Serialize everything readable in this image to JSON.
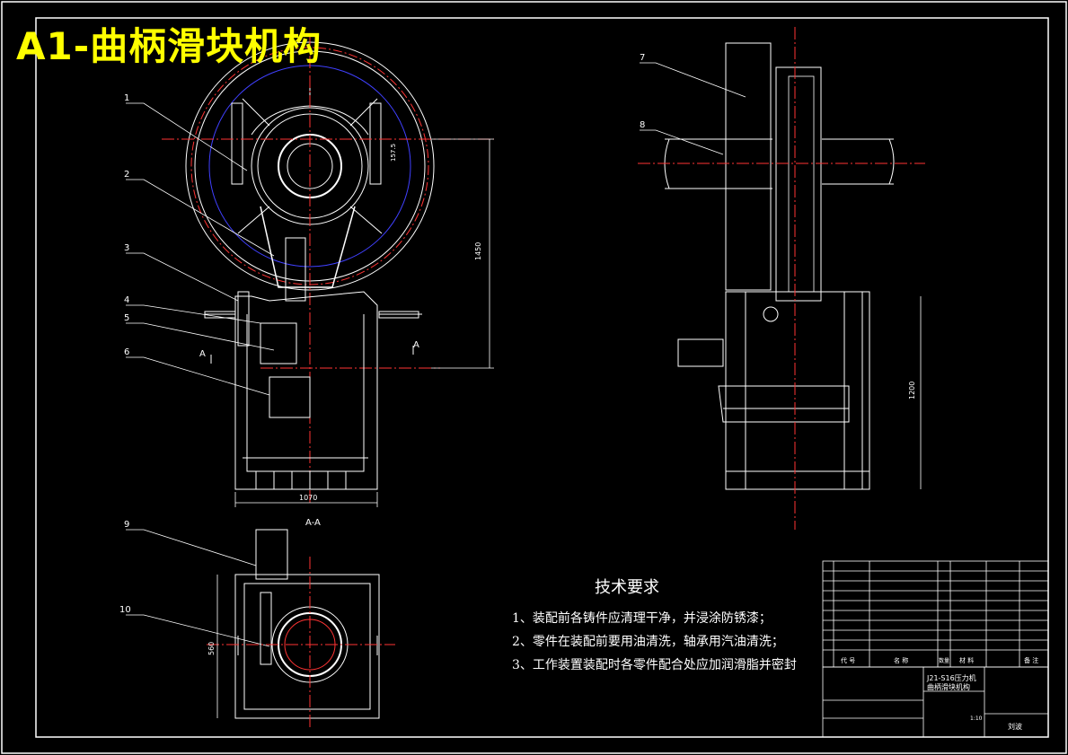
{
  "title": "A1-曲柄滑块机构",
  "section_labels": {
    "cut_left": "A",
    "cut_right": "A",
    "section_view": "A-A"
  },
  "dimensions": {
    "height_main": "1450",
    "width_main": "1070",
    "height_side": "1200",
    "height_bottom": "560",
    "small": "157.5"
  },
  "callouts": [
    "1",
    "2",
    "3",
    "4",
    "5",
    "6",
    "7",
    "8",
    "9",
    "10"
  ],
  "tech_requirements": {
    "heading": "技术要求",
    "items": [
      "1、装配前各铸件应清理干净，并浸涂防锈漆；",
      "2、零件在装配前要用油清洗，轴承用汽油清洗；",
      "3、工作装置装配时各零件配合处应加润滑脂并密封"
    ]
  },
  "title_block": {
    "drawing_name_line1": "J21-S16压力机",
    "drawing_name_line2": "曲柄滑块机构",
    "header_code": "代 号",
    "header_name": "名 称",
    "header_qty": "数量",
    "header_material": "材 料",
    "header_note": "备 注",
    "scale": "1:10",
    "drawn_by": "刘波"
  },
  "colors": {
    "outline": "#ffffff",
    "centerline": "#ff3333",
    "phantom": "#4040ff",
    "title": "#ffff00",
    "magenta": "#ff00ff"
  }
}
